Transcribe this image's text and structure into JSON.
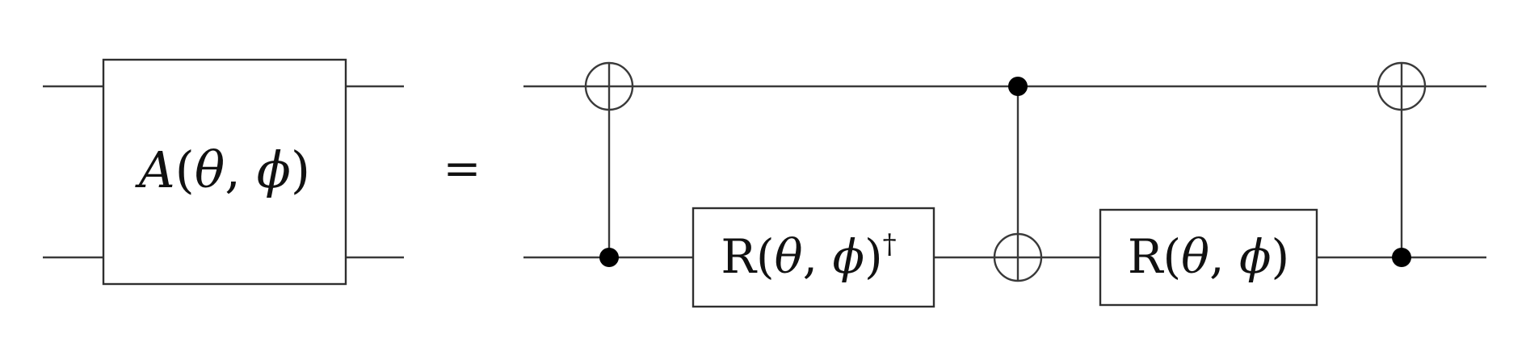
{
  "diagram": {
    "lhs_gate": {
      "symbol": "A",
      "open": "(",
      "theta": "θ",
      "comma": ", ",
      "phi": "ϕ",
      "close": ")"
    },
    "equals": "=",
    "r_dagger_gate": {
      "symbol": "R",
      "open": "(",
      "theta": "θ",
      "comma": ", ",
      "phi": "ϕ",
      "close": ")",
      "dagger": "†"
    },
    "r_gate": {
      "symbol": "R",
      "open": "(",
      "theta": "θ",
      "comma": ", ",
      "phi": "ϕ",
      "close": ")"
    }
  }
}
